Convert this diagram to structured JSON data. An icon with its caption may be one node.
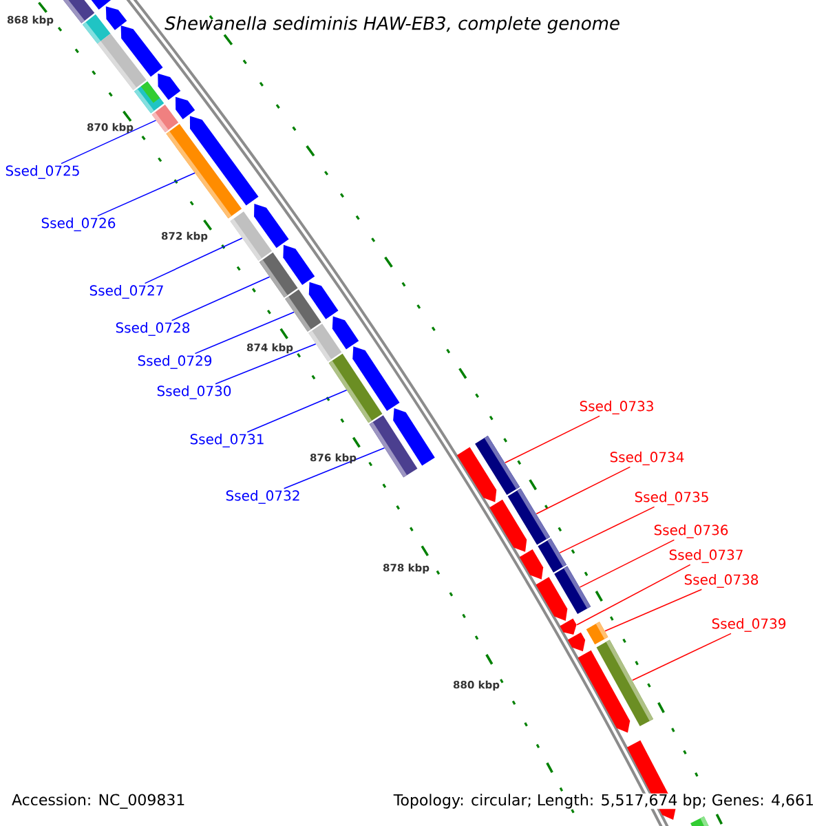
{
  "diagram": {
    "title": "Shewanella sediminis HAW-EB3, complete genome",
    "nodes": [
      {
        "text": [
          "Ssed_0725"
        ]
      },
      {
        "text": [
          "Ssed_0726"
        ]
      },
      {
        "text": [
          "Ssed_0727"
        ]
      },
      {
        "text": [
          "Ssed_0728"
        ]
      },
      {
        "text": [
          "Ssed_0729"
        ]
      },
      {
        "text": [
          "Ssed_0730"
        ]
      },
      {
        "text": [
          "Ssed_0731"
        ]
      },
      {
        "text": [
          "Ssed_0732"
        ]
      },
      {
        "text": [
          "Ssed_0733"
        ]
      },
      {
        "text": [
          "Ssed_0734"
        ]
      },
      {
        "text": [
          "Ssed_0735"
        ]
      },
      {
        "text": [
          "Ssed_0736"
        ]
      },
      {
        "text": [
          "Ssed_0737"
        ]
      },
      {
        "text": [
          "Ssed_0738"
        ]
      },
      {
        "text": [
          "Ssed_0739"
        ]
      },
      {
        "text": [],
        "shape": "arrow"
      },
      {
        "text": [],
        "shape": "arrow"
      },
      {
        "text": [],
        "shape": "arrow"
      },
      {
        "text": [],
        "shape": "arrow"
      },
      {
        "text": [],
        "shape": "arrow"
      },
      {
        "text": [],
        "shape": "arrow"
      },
      {
        "text": [],
        "shape": "arrow"
      },
      {
        "text": [],
        "shape": "arrow"
      },
      {
        "text": [],
        "shape": "arrow"
      },
      {
        "text": [],
        "shape": "arrow"
      },
      {
        "text": [],
        "shape": "arrow"
      },
      {
        "text": [],
        "shape": "arrow"
      },
      {
        "text": [],
        "shape": "arrow"
      },
      {
        "text": [],
        "shape": "arrow"
      },
      {
        "text": [],
        "shape": "arrow"
      },
      {
        "text": [],
        "shape": "arrow"
      },
      {
        "text": [],
        "shape": "arrow"
      },
      {
        "text": [],
        "shape": "arrow"
      },
      {
        "text": [],
        "shape": "arrow"
      },
      {
        "text": [],
        "shape": "arrow"
      },
      {
        "text": [],
        "shape": "arrow"
      }
    ],
    "edges": [
      {
        "from": 0,
        "to": 19,
        "arrow": "none"
      },
      {
        "from": 1,
        "to": 20,
        "arrow": "none"
      },
      {
        "from": 2,
        "to": 21,
        "arrow": "none"
      },
      {
        "from": 3,
        "to": 22,
        "arrow": "none"
      },
      {
        "from": 4,
        "to": 23,
        "arrow": "none"
      },
      {
        "from": 5,
        "to": 24,
        "arrow": "none"
      },
      {
        "from": 6,
        "to": 25,
        "arrow": "none"
      },
      {
        "from": 7,
        "to": 26,
        "arrow": "none"
      },
      {
        "from": 8,
        "to": 27,
        "arrow": "none",
        "color": "#ff0000"
      },
      {
        "from": 9,
        "to": 28,
        "arrow": "none",
        "color": "#ff0000"
      },
      {
        "from": 10,
        "to": 29,
        "arrow": "none",
        "color": "#ff0000"
      },
      {
        "from": 11,
        "to": 30,
        "arrow": "none",
        "color": "#ff0000"
      },
      {
        "from": 12,
        "to": 31,
        "arrow": "none",
        "color": "#ff0000"
      },
      {
        "from": 13,
        "to": 32,
        "arrow": "none",
        "color": "#ff0000"
      },
      {
        "from": 14,
        "to": 33,
        "arrow": "none",
        "color": "#ff0000"
      }
    ],
    "labels": [
      "868 kbp",
      "870 kbp",
      "872 kbp",
      "874 kbp",
      "876 kbp",
      "878 kbp",
      "880 kbp",
      "Accession: NC_009831",
      "Topology: circular; Length: 5,517,674 bp; Genes: 4,661"
    ]
  }
}
